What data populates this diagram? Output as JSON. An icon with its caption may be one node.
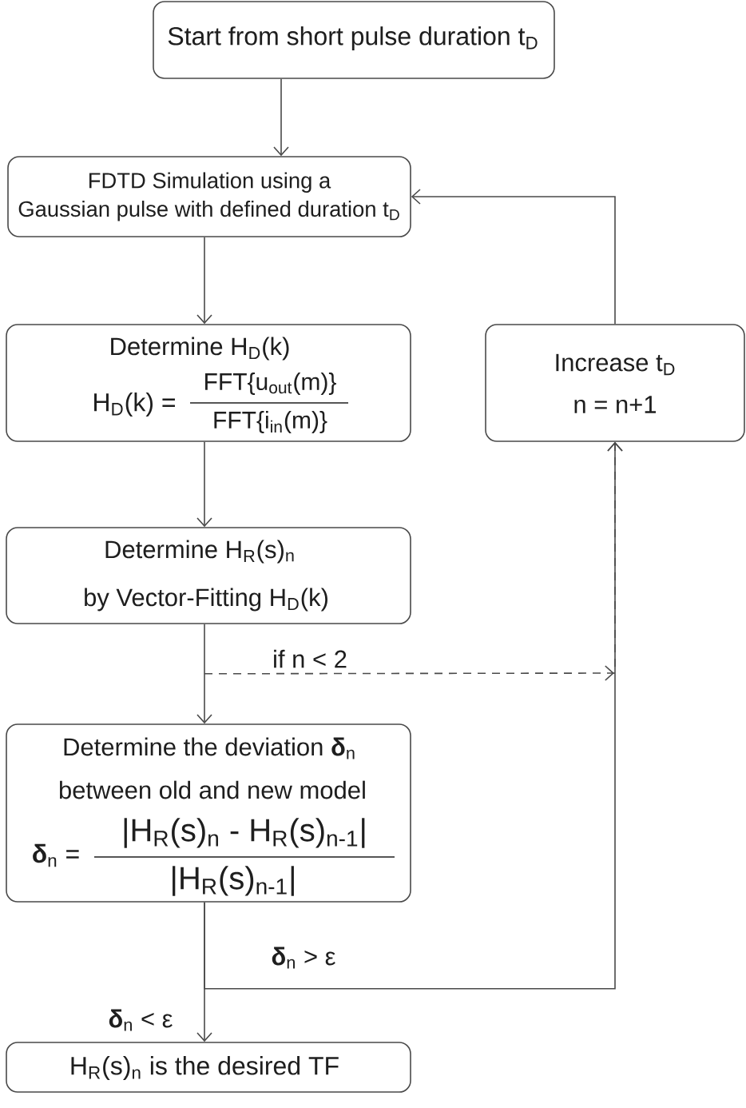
{
  "diagram": {
    "nodes": [
      {
        "text": [
          "Start from short pulse duration t$_{D}$"
        ]
      },
      {
        "text": [
          "FDTD Simulation using a Gaussian pulse with defined duration t$_{D}$"
        ]
      },
      {
        "text": [
          "Determine H$_{D}$(k)",
          "H$_{D}$(k) =",
          "FFT{u$_{out}$(m)}",
          "FFT{i$_{in}$(m)}"
        ]
      },
      {
        "text": [
          "Increase t$_{D}$",
          "n = n+1"
        ]
      },
      {
        "text": [
          "Determine H$_{R}$(s)$_{n}$",
          "by Vector-Fitting H$_{D}$(k)"
        ]
      },
      {
        "text": [
          "Determine the deviation **δ**$_{n}$",
          "between old and new model",
          "**δ**$_{n}$ =",
          "|H$_{R}$(s)$_{n}$ - H$_{R}$(s)$_{n-1}$|",
          "|H$_{R}$(s)$_{n-1}$|"
        ]
      },
      {
        "text": [
          "H$_{R}$(s)$_{n}$ is the desired TF"
        ]
      }
    ],
    "edges": [
      {
        "from": 0,
        "to": 1,
        "arrow": "to"
      },
      {
        "from": 1,
        "to": 2,
        "arrow": "to"
      },
      {
        "from": 2,
        "to": 4,
        "arrow": "to"
      },
      {
        "from": 4,
        "to": 5,
        "arrow": "to"
      },
      {
        "from": 4,
        "to": 3,
        "arrow": "to",
        "label": "if n < 2",
        "style": "dashed"
      },
      {
        "from": 5,
        "to": 3,
        "arrow": "to",
        "label": "**δ**$_{n}$ > ε"
      },
      {
        "from": 5,
        "to": 6,
        "arrow": "to",
        "label": "**δ**$_{n}$ < ε"
      },
      {
        "from": 3,
        "to": 1,
        "arrow": "to"
      }
    ]
  }
}
